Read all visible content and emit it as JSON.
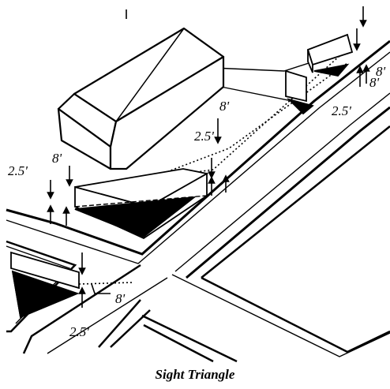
{
  "caption": "Sight Triangle",
  "labels": {
    "l1": "8'",
    "l2": "2.5'",
    "l3": "8'",
    "l4": "2.5'",
    "l5": "8'",
    "l6": "8'",
    "l7": "2.5'",
    "l8": "8'",
    "l9": "2.5'"
  },
  "colors": {
    "ink": "#000000",
    "paper": "#ffffff"
  }
}
